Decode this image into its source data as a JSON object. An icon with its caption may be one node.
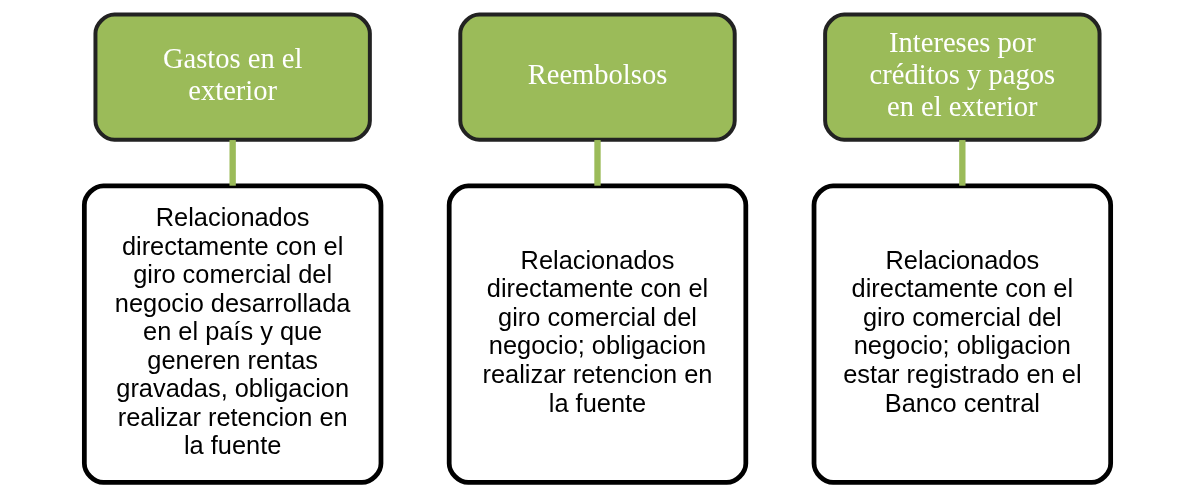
{
  "diagram": {
    "nodes": [
      {
        "text": [
          "Gastos en el exterior"
        ]
      },
      {
        "text": [
          "Relacionados directamente con el giro comercial del negocio desarrollada en el país y que generen rentas gravadas, obligacion realizar retencion en la fuente"
        ]
      },
      {
        "text": [
          "Reembolsos"
        ]
      },
      {
        "text": [
          "Relacionados directamente con el giro comercial del negocio; obligacion realizar retencion en la fuente"
        ]
      },
      {
        "text": [
          "Intereses por créditos y pagos en el exterior"
        ]
      },
      {
        "text": [
          "Relacionados directamente con el giro comercial del negocio; obligacion estar registrado en el Banco central"
        ]
      }
    ],
    "edges": [
      {
        "from": 0,
        "to": 1,
        "arrow": "none"
      },
      {
        "from": 2,
        "to": 3,
        "arrow": "none"
      },
      {
        "from": 4,
        "to": 5,
        "arrow": "none"
      }
    ]
  }
}
